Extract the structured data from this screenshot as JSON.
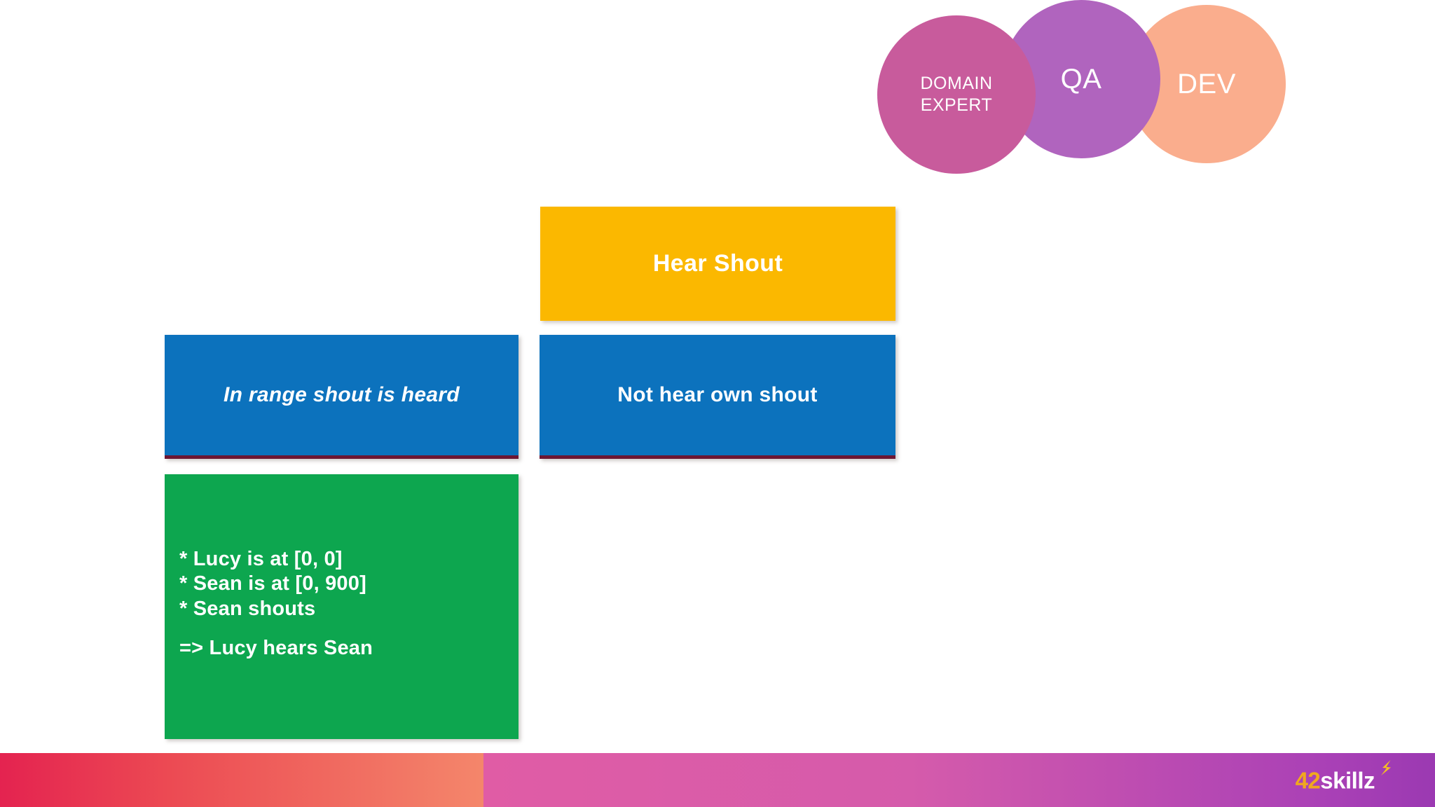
{
  "slide": {
    "background_color": "#FFFFFF"
  },
  "roles": [
    {
      "id": "domain-expert",
      "label": "DOMAIN\nEXPERT",
      "label_line1": "DOMAIN",
      "label_line2": "EXPERT",
      "color": "#C85B9C"
    },
    {
      "id": "qa",
      "label": "QA",
      "color": "#B064BE"
    },
    {
      "id": "dev",
      "label": "DEV",
      "color": "#FAAD8D"
    }
  ],
  "cards": {
    "feature": {
      "label": "Hear Shout",
      "color": "#FBB800",
      "text_color": "#FFFFFF"
    },
    "scenario_left": {
      "label": "In range shout is heard",
      "color": "#0C72BD",
      "accent_color": "#6C1633",
      "text_color": "#FFFFFF"
    },
    "scenario_right": {
      "label": "Not hear own shout",
      "color": "#0C72BD",
      "accent_color": "#6C1633",
      "text_color": "#FFFFFF"
    },
    "example": {
      "color": "#0DA64F",
      "text_color": "#FFFFFF",
      "lines": [
        "* Lucy is at [0, 0]",
        "* Sean is at [0, 900]",
        "* Sean shouts"
      ],
      "outcome": "=> Lucy hears Sean"
    }
  },
  "footer": {
    "left_gradient_from": "#E42350",
    "left_gradient_to": "#F4866B",
    "right_gradient_from": "#E05CA5",
    "right_gradient_to": "#9B39B2",
    "logo": {
      "prefix": "42",
      "name": "skillz",
      "prefix_color": "#F0A81E",
      "name_color": "#FFFFFF",
      "mark_color": "#F5C021"
    }
  }
}
